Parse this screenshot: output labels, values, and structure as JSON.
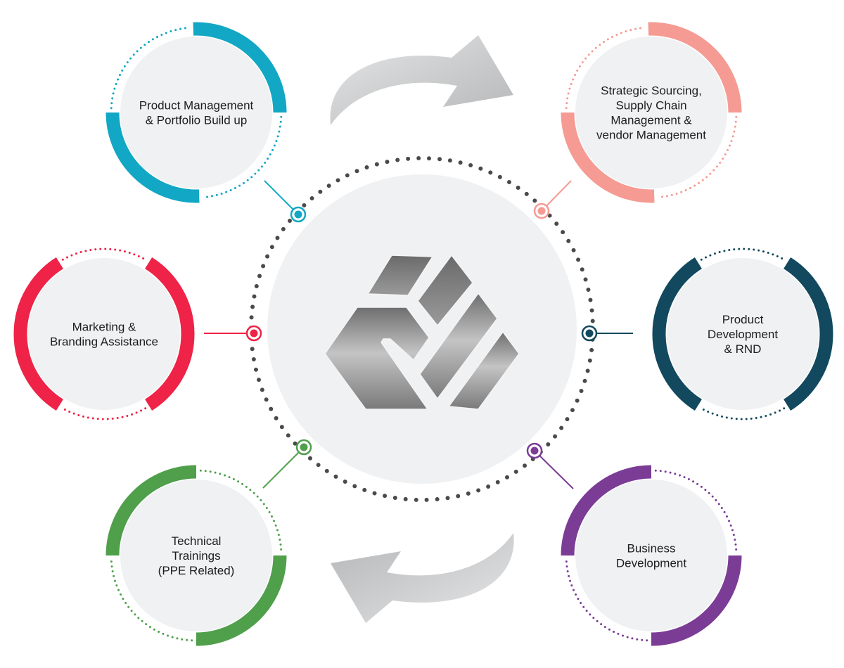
{
  "diagram": {
    "center_logo": "company-logo",
    "ring_color": "#4a4a4a",
    "arrow_color": "#c9cacb",
    "services": [
      {
        "lines": [
          "Product Management",
          "& Portfolio Build up"
        ],
        "color": "#12a7c4"
      },
      {
        "lines": [
          "Strategic Sourcing,",
          "Supply Chain",
          "Management &",
          "vendor Management"
        ],
        "color": "#f59b93"
      },
      {
        "lines": [
          "Marketing &",
          "Branding Assistance"
        ],
        "color": "#ee2347"
      },
      {
        "lines": [
          "Product",
          "Development",
          "& RND"
        ],
        "color": "#12495e"
      },
      {
        "lines": [
          "Technical",
          "Trainings",
          "(PPE Related)"
        ],
        "color": "#4f9f4b"
      },
      {
        "lines": [
          "Business",
          "Development"
        ],
        "color": "#7b3c96"
      }
    ]
  }
}
